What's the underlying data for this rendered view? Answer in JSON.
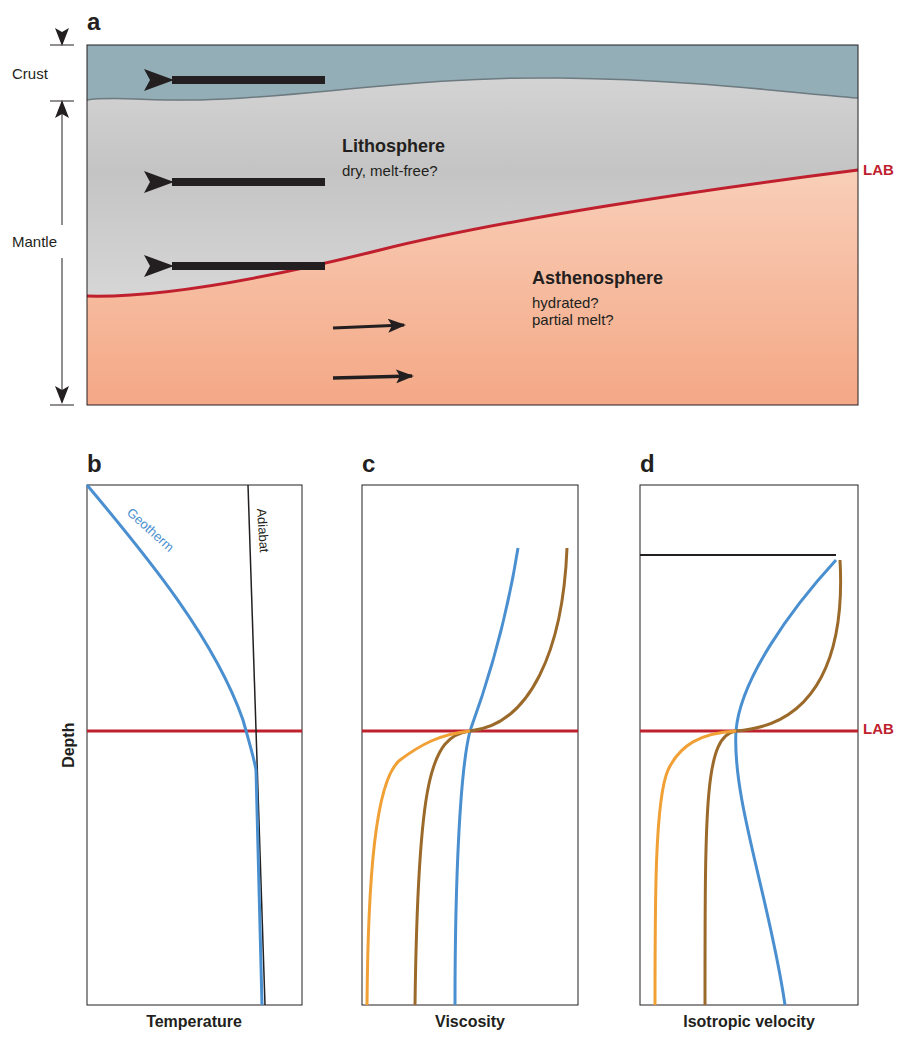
{
  "diagram": {
    "labels": [
      "a",
      "Crust",
      "Mantle",
      "Lithosphere",
      "dry, melt-free?",
      "LAB",
      "Asthenosphere",
      "hydrated? partial melt?",
      "b",
      "c",
      "d",
      "Depth",
      "Geotherm",
      "Adiabat",
      "LAB",
      "Temperature",
      "Viscosity",
      "Isotropic velocity"
    ]
  }
}
